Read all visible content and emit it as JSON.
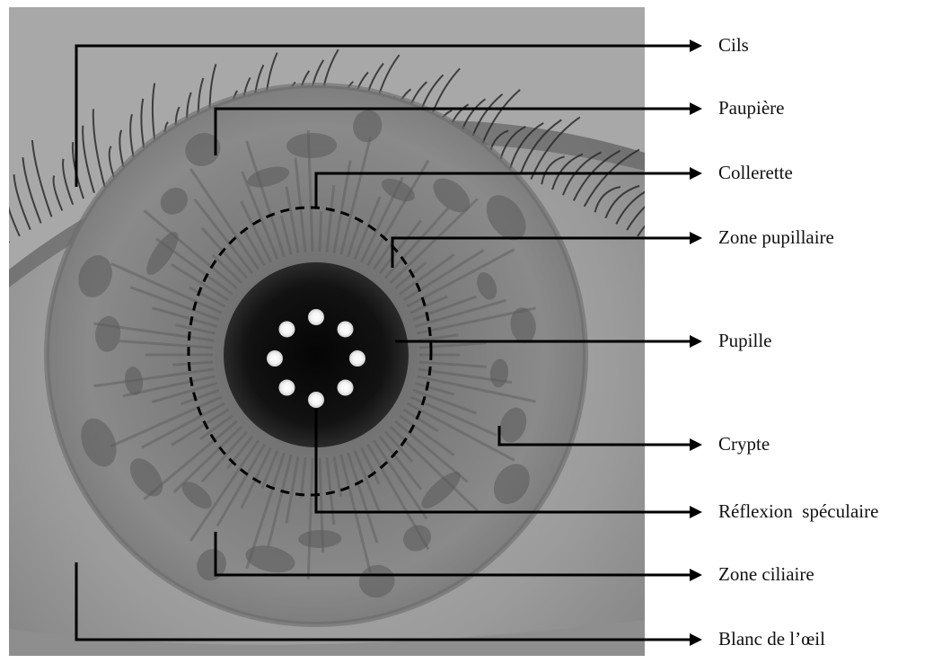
{
  "labels": {
    "cils": "Cils",
    "paupiere": "Paupière",
    "collerette": "Collerette",
    "zone_pupillaire": "Zone pupillaire",
    "pupille": "Pupille",
    "crypte": "Crypte",
    "reflexion": "Réflexion  spéculaire",
    "zone_ciliaire": "Zone ciliaire",
    "blanc": "Blanc de l’œil"
  },
  "colors": {
    "line": "#000000",
    "sclera": "#9a9a9a",
    "iris": "#6e6e6e",
    "pupil": "#0b0b0b"
  }
}
